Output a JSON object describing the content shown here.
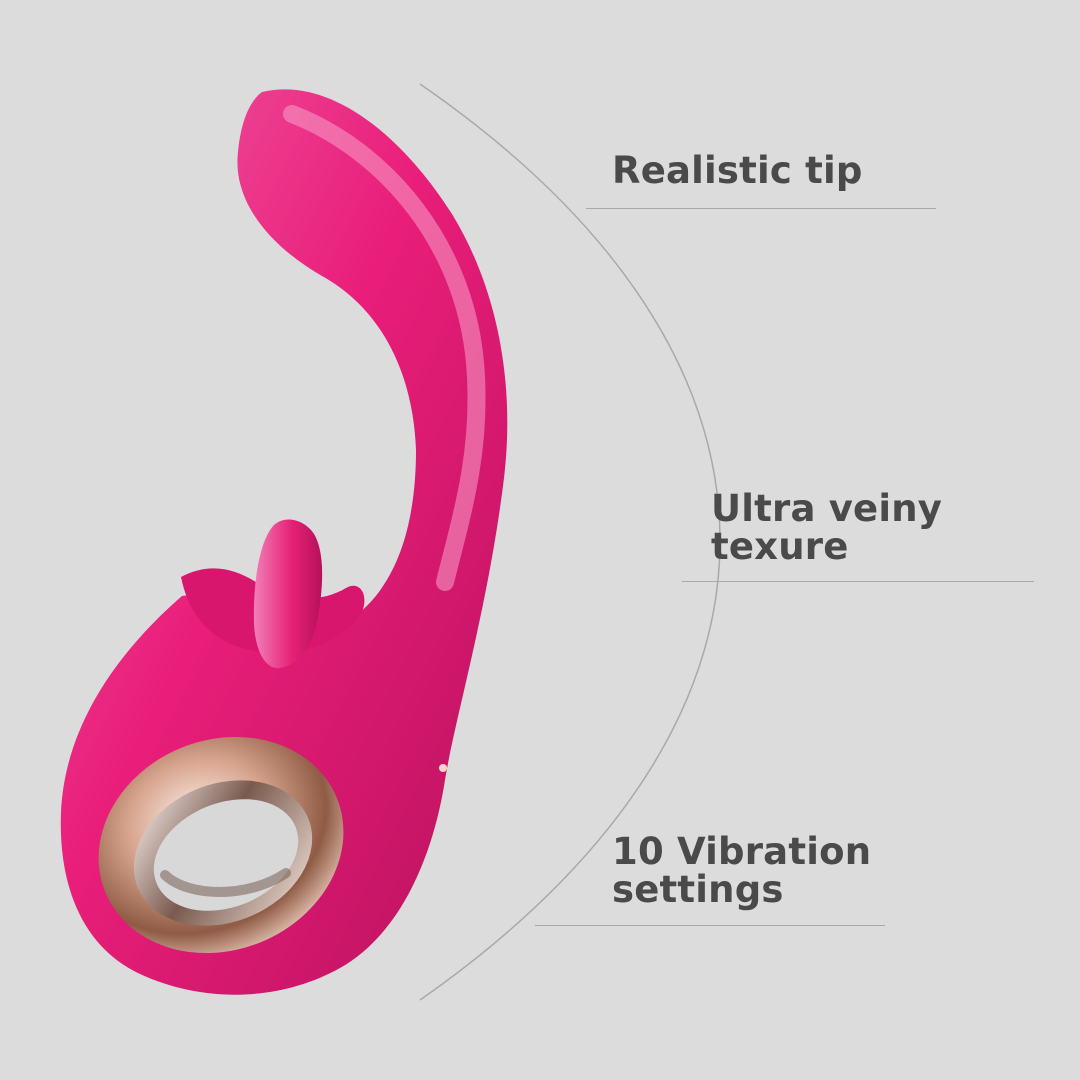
{
  "features": [
    {
      "label": "Realistic tip"
    },
    {
      "label": "Ultra veiny\ntexure"
    },
    {
      "label": "10 Vibration\nsettings"
    }
  ],
  "colors": {
    "background": "#dcdcdc",
    "text": "#4a4a4a",
    "divider": "#a9a9a9",
    "product_pink": "#e91e7a",
    "accent_rose_gold": "#d8a58f"
  }
}
